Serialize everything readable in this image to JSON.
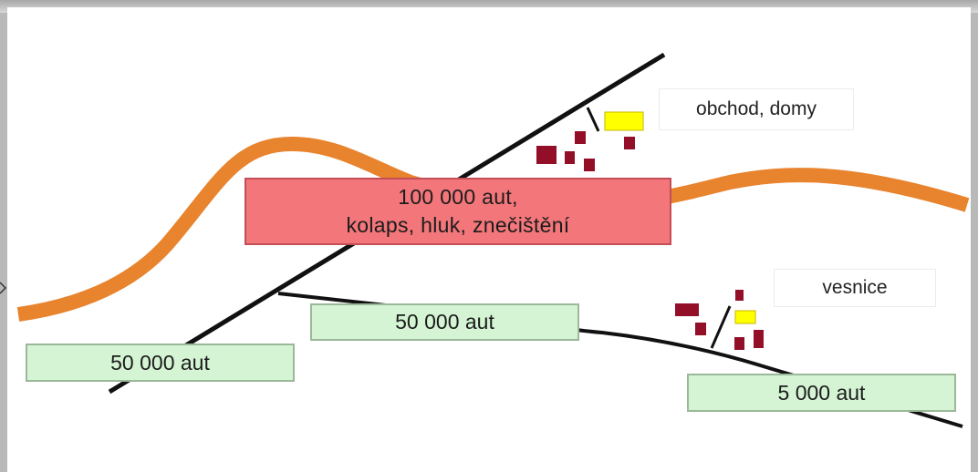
{
  "labels": {
    "center": {
      "line1": "100 000 aut,",
      "line2": "kolaps, hluk, znečištění"
    },
    "left": "50 000 aut",
    "middle": "50 000 aut",
    "right": "5 000 aut",
    "shop": "obchod, domy",
    "village": "vesnice"
  },
  "colors": {
    "river": "#e8832e",
    "road": "#111111",
    "congested": "#f2767a",
    "traffic_ok": "#d4f4d4",
    "house": "#930f28",
    "shop": "#ffff00"
  }
}
